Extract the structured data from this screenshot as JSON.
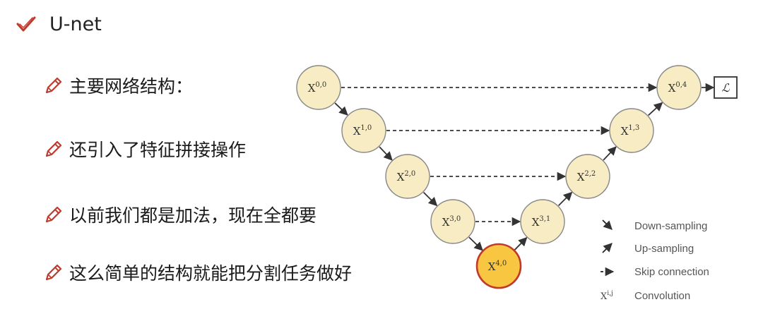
{
  "title": "U-net",
  "bullets": [
    "主要网络结构：",
    "还引入了特征拼接操作",
    "以前我们都是加法，现在全都要",
    "这么简单的结构就能把分割任务做好"
  ],
  "diagram": {
    "nodes": [
      {
        "id": "x00",
        "base": "X",
        "sup": "0,0",
        "highlight": false
      },
      {
        "id": "x10",
        "base": "X",
        "sup": "1,0",
        "highlight": false
      },
      {
        "id": "x20",
        "base": "X",
        "sup": "2,0",
        "highlight": false
      },
      {
        "id": "x30",
        "base": "X",
        "sup": "3,0",
        "highlight": false
      },
      {
        "id": "x40",
        "base": "X",
        "sup": "4,0",
        "highlight": true
      },
      {
        "id": "x31",
        "base": "X",
        "sup": "3,1",
        "highlight": false
      },
      {
        "id": "x22",
        "base": "X",
        "sup": "2,2",
        "highlight": false
      },
      {
        "id": "x13",
        "base": "X",
        "sup": "1,3",
        "highlight": false
      },
      {
        "id": "x04",
        "base": "X",
        "sup": "0,4",
        "highlight": false
      }
    ],
    "loss_label": "ℒ",
    "edges": [
      {
        "from": "x00",
        "to": "x10",
        "kind": "down"
      },
      {
        "from": "x10",
        "to": "x20",
        "kind": "down"
      },
      {
        "from": "x20",
        "to": "x30",
        "kind": "down"
      },
      {
        "from": "x30",
        "to": "x40",
        "kind": "down"
      },
      {
        "from": "x40",
        "to": "x31",
        "kind": "up"
      },
      {
        "from": "x31",
        "to": "x22",
        "kind": "up"
      },
      {
        "from": "x22",
        "to": "x13",
        "kind": "up"
      },
      {
        "from": "x13",
        "to": "x04",
        "kind": "up"
      },
      {
        "from": "x00",
        "to": "x04",
        "kind": "skip"
      },
      {
        "from": "x10",
        "to": "x13",
        "kind": "skip"
      },
      {
        "from": "x20",
        "to": "x22",
        "kind": "skip"
      },
      {
        "from": "x30",
        "to": "x31",
        "kind": "skip"
      },
      {
        "from": "x04",
        "to": "loss",
        "kind": "output"
      }
    ],
    "legend": [
      {
        "symbol": "down",
        "label": "Down-sampling"
      },
      {
        "symbol": "up",
        "label": "Up-sampling"
      },
      {
        "symbol": "skip",
        "label": "Skip connection"
      },
      {
        "symbol": "conv",
        "base": "X",
        "sup": "i,j",
        "label": "Convolution"
      }
    ],
    "colors": {
      "node_fill": "#f7ecc3",
      "node_highlight": "#f8c640",
      "highlight_stroke": "#c0392b",
      "node_stroke": "#888888",
      "line": "#333333",
      "icon_red": "#c0392b"
    }
  }
}
